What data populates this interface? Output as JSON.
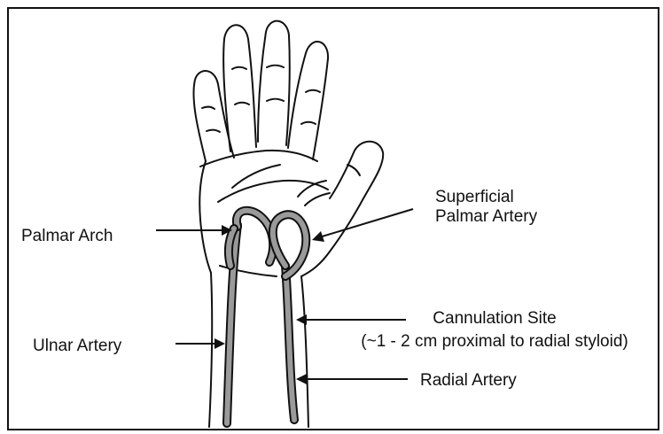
{
  "diagram": {
    "labels": {
      "palmar_arch": "Palmar Arch",
      "superficial_palmar_artery_line1": "Superficial",
      "superficial_palmar_artery_line2": "Palmar Artery",
      "ulnar_artery": "Ulnar Artery",
      "cannulation_site_line1": "Cannulation Site",
      "cannulation_site_line2": "(~1 - 2 cm proximal to radial styloid)",
      "radial_artery": "Radial Artery"
    },
    "colors": {
      "outline": "#111111",
      "artery_fill": "#9a9a9a",
      "background": "#ffffff"
    }
  }
}
